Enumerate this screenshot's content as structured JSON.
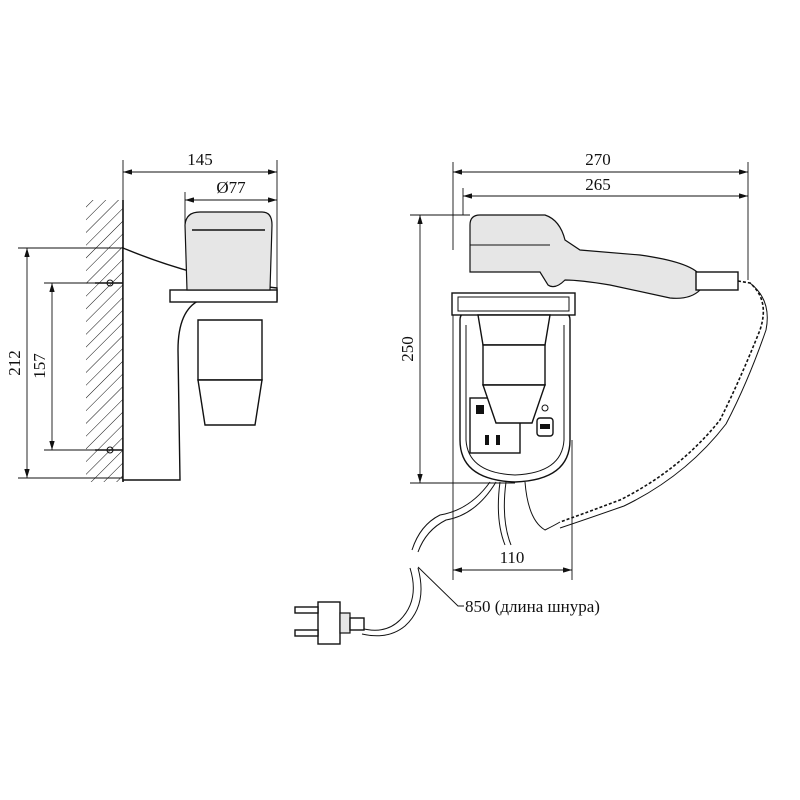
{
  "side_view": {
    "depth_label": "145",
    "diameter_label": "Ø77",
    "height_label": "212",
    "mount_spacing_label": "157"
  },
  "front_view": {
    "total_width_label": "270",
    "dryer_length_label": "265",
    "height_label": "250",
    "base_width_label": "110",
    "cord_label": "850 (длина шнура)"
  }
}
